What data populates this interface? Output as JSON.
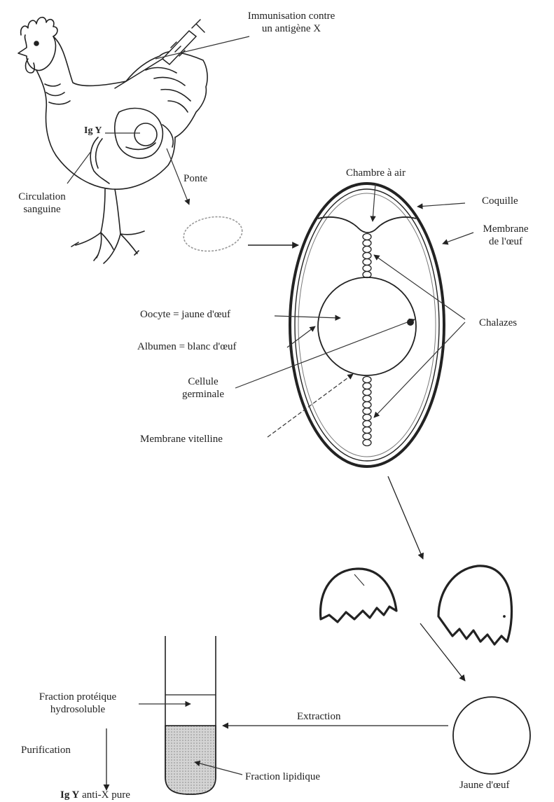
{
  "labels": {
    "immunisation_line1": "Immunisation contre",
    "immunisation_line2": "un antigène X",
    "igy_hen": "Ig Y",
    "circulation_line1": "Circulation",
    "circulation_line2": "sanguine",
    "ponte": "Ponte",
    "chambre_air": "Chambre à air",
    "coquille": "Coquille",
    "membrane_oeuf_line1": "Membrane",
    "membrane_oeuf_line2": "de l'œuf",
    "oocyte": "Oocyte = jaune d'œuf",
    "chalazes": "Chalazes",
    "albumen": "Albumen = blanc d'œuf",
    "cellule_line1": "Cellule",
    "cellule_line2": "germinale",
    "membrane_vitelline": "Membrane vitelline",
    "extraction": "Extraction",
    "fraction_proteique_line1": "Fraction protéique",
    "fraction_proteique_line2": "hydrosoluble",
    "purification": "Purification",
    "igy_pure_prefix": "Ig Y",
    "igy_pure_suffix": "anti-X pure",
    "fraction_lipidique": "Fraction lipidique",
    "jaune_oeuf": "Jaune d'œuf"
  },
  "colors": {
    "ink": "#222222",
    "lipid_fill": "#c8c8c8"
  }
}
